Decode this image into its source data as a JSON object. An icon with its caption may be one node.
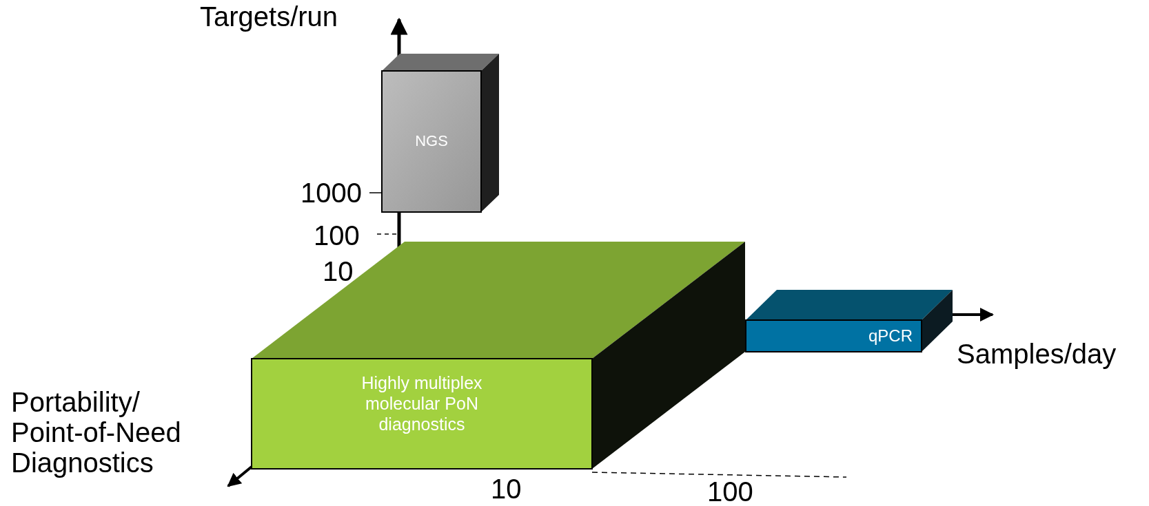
{
  "diagram": {
    "nodes": [
      {
        "text": [
          "NGS"
        ]
      },
      {
        "text": [
          "qPCR"
        ]
      },
      {
        "text": [
          "Highly multiplex molecular PoN diagnostics"
        ]
      }
    ],
    "labels": [
      "Targets/run",
      "1000",
      "100",
      "10",
      "Samples/day",
      "Portability/ Point-of-Need Diagnostics",
      "10",
      "100"
    ]
  }
}
